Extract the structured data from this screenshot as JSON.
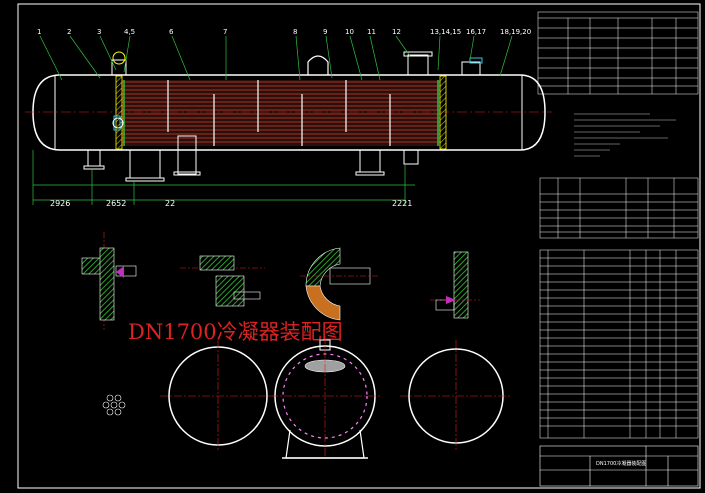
{
  "title": "DN1700冷凝器装配图",
  "balloons": [
    "1",
    "2",
    "3",
    "4,5",
    "6",
    "7",
    "8",
    "9",
    "10",
    "11",
    "12",
    "13,14,15",
    "16,17",
    "18,19,20"
  ],
  "dimensions": {
    "left": "2926",
    "middle_left": "2652",
    "middle": "22",
    "right": "2221"
  },
  "title_block": {
    "drawing_name": "DN1700冷凝器装配图"
  },
  "colors": {
    "background": "#000000",
    "line": "#ffffff",
    "tubes": "#c0392b",
    "hatch": "#2e9e2e",
    "centerline": "#e02020",
    "accent": "#ffff00",
    "nozzle_cyan": "#30c8e0",
    "magenta": "#c030c0"
  }
}
